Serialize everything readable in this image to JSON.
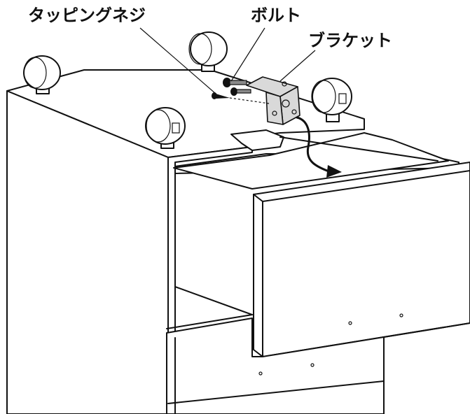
{
  "labels": {
    "tapping_screw": "タッピングネジ",
    "bolt": "ボルト",
    "bracket": "ブラケット"
  },
  "colors": {
    "line": "#111111",
    "bracket_fill": "#d9d9d9",
    "background": "#ffffff"
  },
  "icons": {
    "arrow": "curved-arrow-icon",
    "cushion": "round-cushion-icon"
  }
}
